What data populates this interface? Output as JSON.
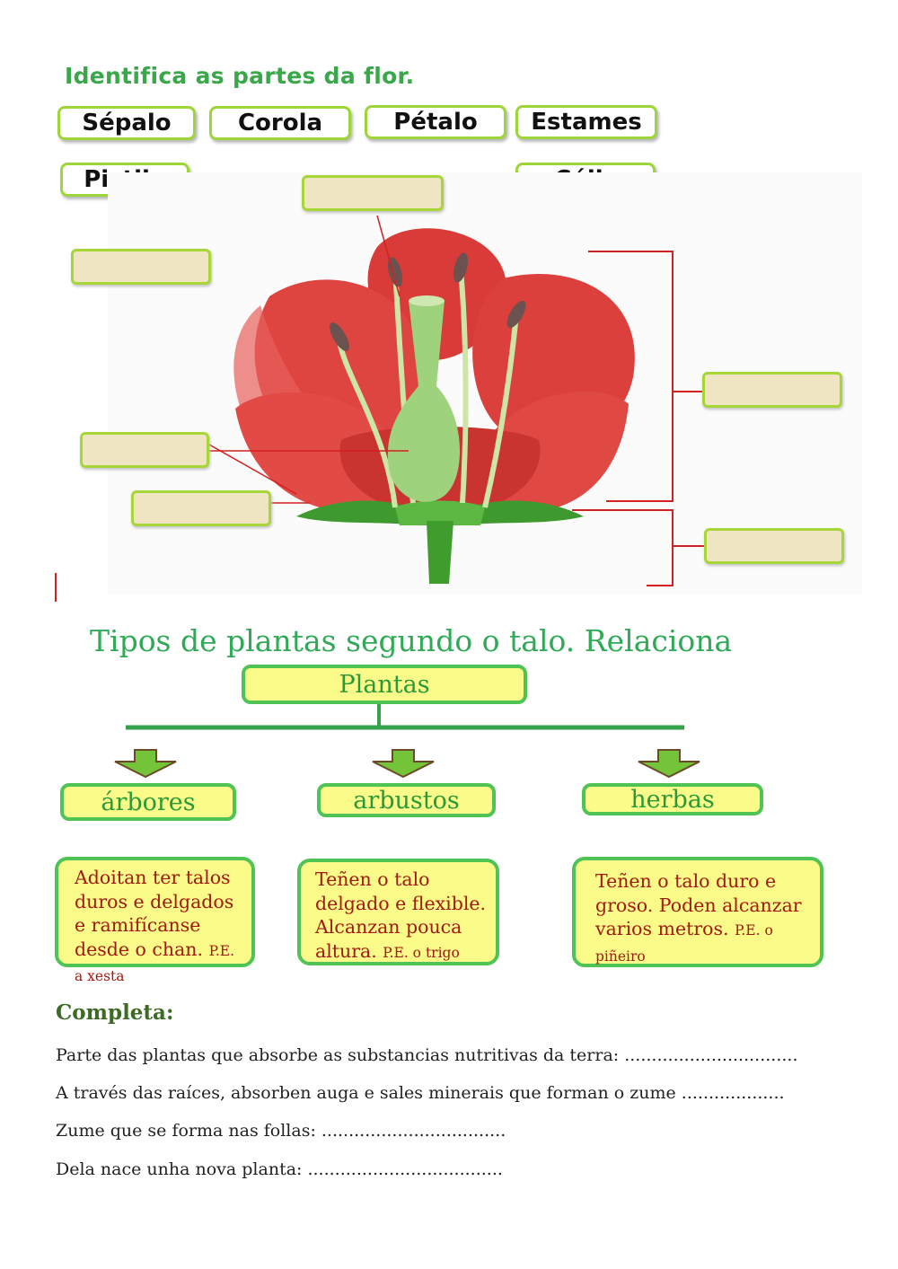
{
  "section1": {
    "title": "Identifica as partes da flor.",
    "words": [
      "Sépalo",
      "Corola",
      "Pétalo",
      "Estames",
      "Pistilo",
      "Cáliz"
    ]
  },
  "section2": {
    "title": "Tipos de plantas segundo o talo. Relaciona",
    "root": "Plantas",
    "categories": [
      "árbores",
      "arbustos",
      "herbas"
    ],
    "descriptions": [
      {
        "text": "Adoitan ter talos duros e delgados e ramifícanse desde o chan.",
        "example": "P.E. a xesta"
      },
      {
        "text": "Teñen o talo delgado e flexible. Alcanzan pouca altura.",
        "example": "P.E. o trigo"
      },
      {
        "text": "Teñen o talo duro e groso. Poden alcanzar varios metros.",
        "example": "P.E. o piñeiro"
      }
    ]
  },
  "section3": {
    "title": "Completa:",
    "lines": [
      "Parte das plantas que absorbe as substancias nutritivas da terra:  ................................",
      "A través das raíces, absorben auga e sales minerais que forman o zume ...................",
      "Zume que se forma nas follas: ..................................",
      "Dela nace unha nova planta: ...................................."
    ]
  },
  "colors": {
    "green_title": "#3aa84a",
    "box_fill": "#fbfb8a",
    "box_border": "#4fc454",
    "blank_fill": "#efe5c2",
    "desc_text": "#a01a10",
    "petal": "#e0443f",
    "pistil": "#9fd27c"
  }
}
